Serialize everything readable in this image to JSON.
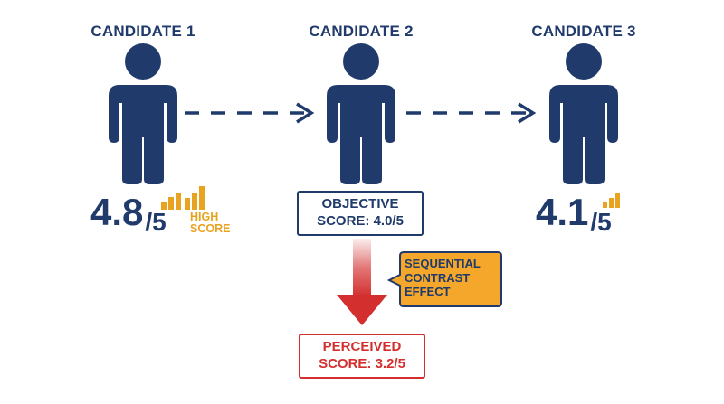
{
  "candidates": [
    {
      "label": "CANDIDATE 1",
      "score": "4.8",
      "denominator": "/5",
      "badge_line1": "HIGH",
      "badge_line2": "SCORE"
    },
    {
      "label": "CANDIDATE 2",
      "objective_line1": "OBJECTIVE",
      "objective_line2": "SCORE: 4.0/5",
      "perceived_line1": "PERCEIVED",
      "perceived_line2": "SCORE: 3.2/5"
    },
    {
      "label": "CANDIDATE 3",
      "score": "4.1",
      "denominator": "/5"
    }
  ],
  "effect": {
    "line1": "SEQUENTIAL",
    "line2": "CONTRAST",
    "line3": "EFFECT"
  },
  "colors": {
    "navy": "#1f3a6b",
    "gold": "#e8a321",
    "red": "#d32f2f",
    "callout_fill": "#f4a72a"
  },
  "icons": [
    "person-icon",
    "bar-chart-icon",
    "dashed-arrow-right",
    "down-arrow-red"
  ]
}
